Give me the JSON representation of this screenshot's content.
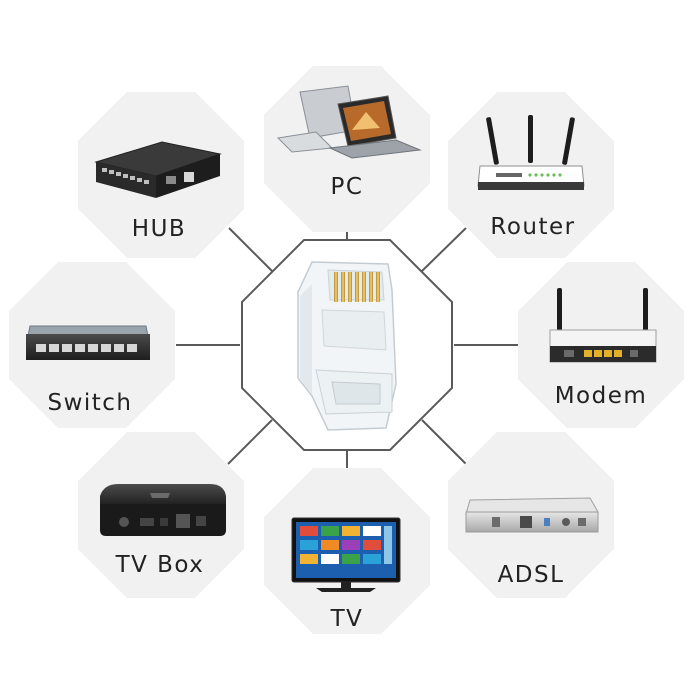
{
  "center": {
    "device": "rj45-connector"
  },
  "nodes": [
    {
      "id": "pc",
      "label": "PC",
      "icon": "laptop-icon"
    },
    {
      "id": "router",
      "label": "Router",
      "icon": "router-icon"
    },
    {
      "id": "modem",
      "label": "Modem",
      "icon": "modem-icon"
    },
    {
      "id": "adsl",
      "label": "ADSL",
      "icon": "adsl-modem-icon"
    },
    {
      "id": "tv",
      "label": "TV",
      "icon": "tv-icon"
    },
    {
      "id": "tvbox",
      "label": "TV Box",
      "icon": "tv-box-icon"
    },
    {
      "id": "switch",
      "label": "Switch",
      "icon": "switch-icon"
    },
    {
      "id": "hub",
      "label": "HUB",
      "icon": "hub-icon"
    }
  ],
  "colors": {
    "tile": "#f1f1f1",
    "octagon_stroke": "#5a5a5a",
    "connector": "#5a5a5a",
    "label": "#222222",
    "gold_pins": "#d4a83a"
  }
}
